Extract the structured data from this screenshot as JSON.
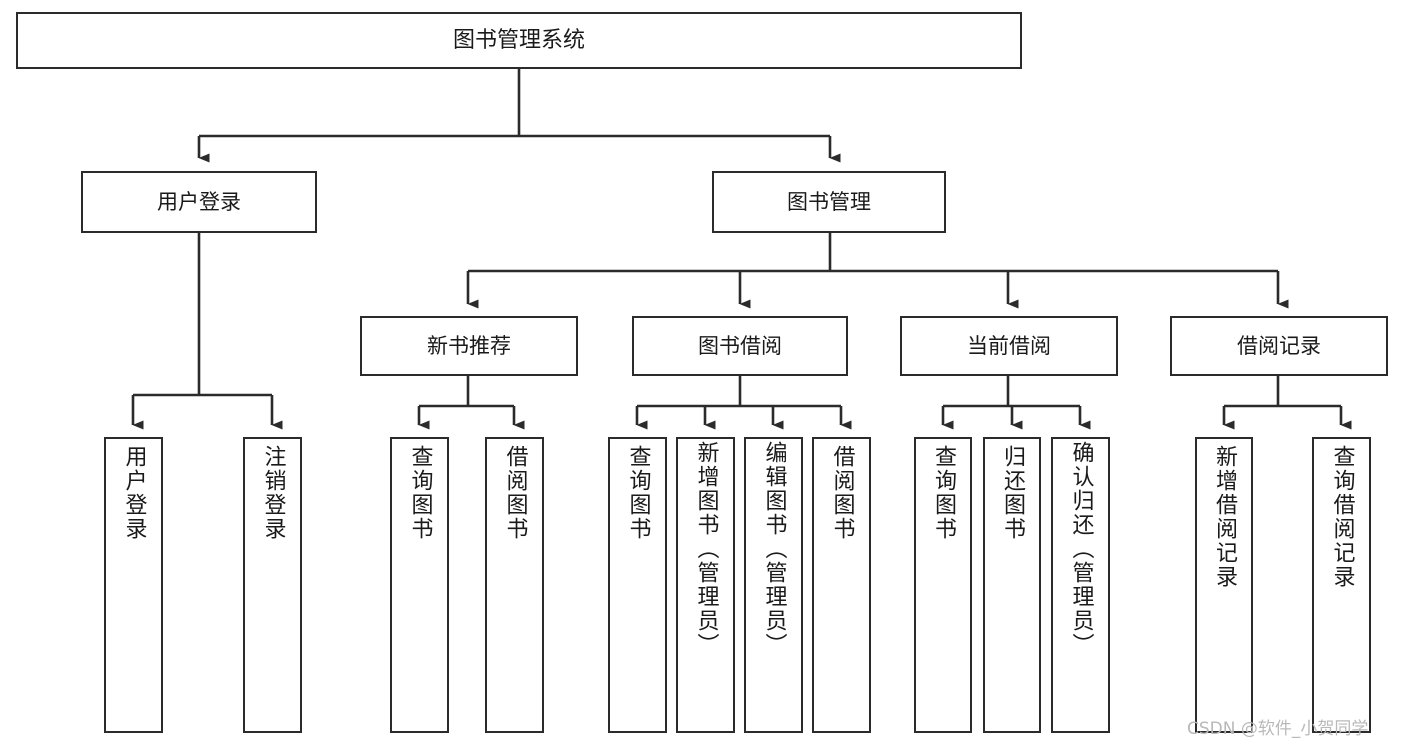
{
  "diagram": {
    "title": "图书管理系统",
    "type": "tree-hierarchy",
    "watermark": "CSDN @软件_小贺同学",
    "colors": {
      "stroke": "#2b2b2b",
      "fill": "#ffffff",
      "text": "#1a1a1a",
      "watermark": "#b9b9b9"
    },
    "root": {
      "label": "图书管理系统"
    },
    "level2": [
      {
        "label": "用户登录"
      },
      {
        "label": "图书管理"
      }
    ],
    "level3": [
      {
        "label": "新书推荐"
      },
      {
        "label": "图书借阅"
      },
      {
        "label": "当前借阅"
      },
      {
        "label": "借阅记录"
      }
    ],
    "leaves": {
      "user_login": [
        {
          "label": "用户登录"
        },
        {
          "label": "注销登录"
        }
      ],
      "new_book_recommend": [
        {
          "label": "查询图书"
        },
        {
          "label": "借阅图书"
        }
      ],
      "book_borrow": [
        {
          "label": "查询图书"
        },
        {
          "label": "新增图书（管理员）"
        },
        {
          "label": "编辑图书（管理员）"
        },
        {
          "label": "借阅图书"
        }
      ],
      "current_borrow": [
        {
          "label": "查询图书"
        },
        {
          "label": "归还图书"
        },
        {
          "label": "确认归还（管理员）"
        }
      ],
      "borrow_record": [
        {
          "label": "新增借阅记录"
        },
        {
          "label": "查询借阅记录"
        }
      ]
    }
  }
}
